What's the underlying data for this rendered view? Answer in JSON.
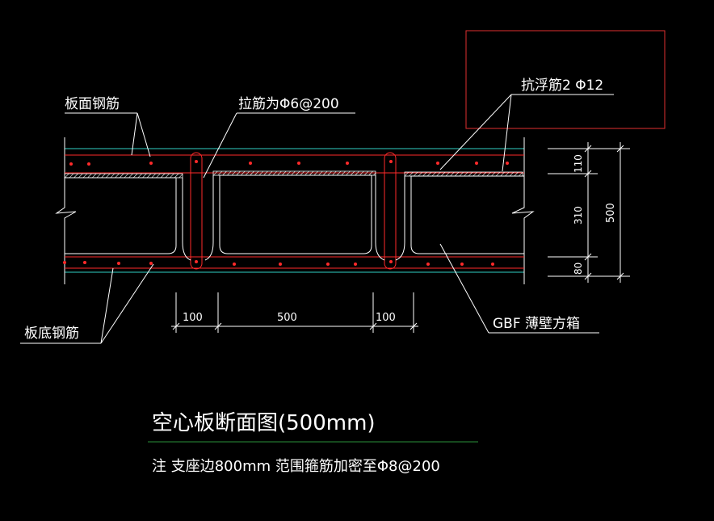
{
  "labels": {
    "top_rebar": "板面钢筋",
    "tie_rebar": "拉筋为Φ6@200",
    "anti_float": "抗浮筋2 Φ12",
    "bottom_rebar": "板底钢筋",
    "gbf_box": "GBF 薄壁方箱"
  },
  "dims": {
    "d100_left": "100",
    "d500": "500",
    "d100_right": "100",
    "v110": "110",
    "v310": "310",
    "v80": "80",
    "v500": "500"
  },
  "title": {
    "main": "空心板断面图(500mm)",
    "note": "注 支座边800mm 范围箍筋加密至Φ8@200"
  },
  "colors": {
    "background": "#000000",
    "line": "#ffffff",
    "rebar": "#ff2a2a",
    "slab_face": "#2fd1c4",
    "underline": "#2a8f3a",
    "highlight_box": "#e03030"
  }
}
